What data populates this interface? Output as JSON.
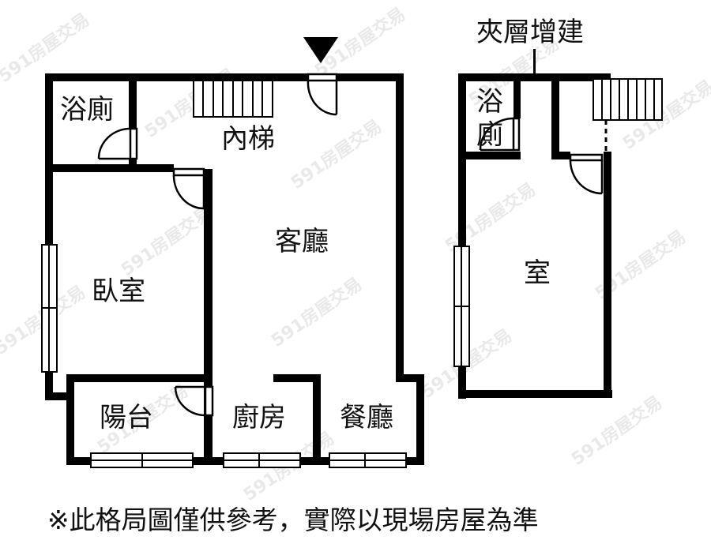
{
  "floor_plan": {
    "main_floor": {
      "entrance_marker": "entrance-arrow",
      "rooms": [
        {
          "id": "bathroom",
          "label": "浴廁"
        },
        {
          "id": "stairs",
          "label": "內梯"
        },
        {
          "id": "living_room",
          "label": "客廳"
        },
        {
          "id": "bedroom",
          "label": "臥室"
        },
        {
          "id": "balcony",
          "label": "陽台"
        },
        {
          "id": "kitchen",
          "label": "廚房"
        },
        {
          "id": "dining_room",
          "label": "餐廳"
        }
      ]
    },
    "mezzanine": {
      "title": "夾層增建",
      "rooms": [
        {
          "id": "bathroom",
          "label_line1": "浴",
          "label_line2": "廁"
        },
        {
          "id": "room",
          "label": "室"
        }
      ]
    }
  },
  "disclaimer": "※此格局圖僅供參考，實際以現場房屋為準",
  "watermark": "591房屋交易",
  "colors": {
    "wall": "#000000",
    "background": "#ffffff",
    "watermark": "#d8d8d8"
  }
}
